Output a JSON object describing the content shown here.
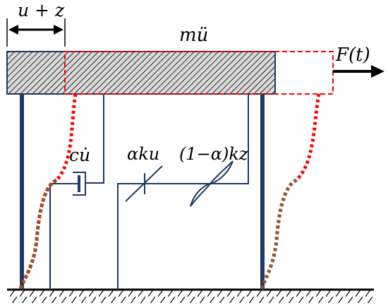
{
  "labels": {
    "displacement": "u + z",
    "inertia": "mü",
    "force": "F(t)",
    "damper": "cu̇",
    "linear_spring": "αku",
    "hysteretic_spring": "(1−α)kz"
  },
  "colors": {
    "structure": "#1f3864",
    "frame_lines": "#1f3864",
    "hatch_fill": "#d9d9d9",
    "displaced_outline": "#ff0000",
    "dotted_column": "#8b5a2b",
    "arrow": "#000000",
    "ground": "#000000"
  }
}
